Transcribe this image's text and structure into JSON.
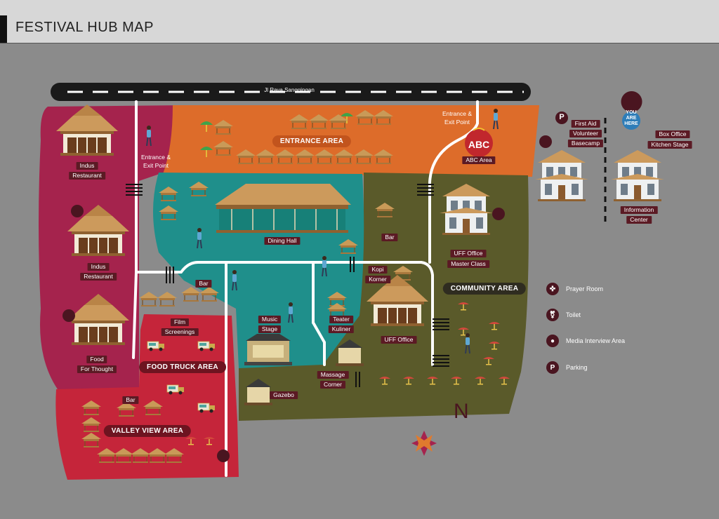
{
  "header": {
    "title": "FESTIVAL HUB MAP"
  },
  "road": {
    "name": "Jl Raya Sanggingan"
  },
  "areas": {
    "entrance": "ENTRANCE AREA",
    "community": "COMMUNITY AREA",
    "food_truck": "FOOD TRUCK AREA",
    "valley_view": "VALLEY VIEW AREA"
  },
  "labels": {
    "indus1_a": "Indus",
    "indus1_b": "Restaurant",
    "indus2_a": "Indus",
    "indus2_b": "Restaurant",
    "food_a": "Food",
    "food_b": "For Thought",
    "entrance_left_a": "Entrance &",
    "entrance_left_b": "Exit Point",
    "entrance_right_a": "Entrance &",
    "entrance_right_b": "Exit Point",
    "abc_logo": "ABC",
    "abc_area": "ABC Area",
    "dining_hall": "Dining Hall",
    "bar_top": "Bar",
    "bar_mid": "Bar",
    "bar_valley": "Bar",
    "film_a": "Film",
    "film_b": "Screenings",
    "music_a": "Music",
    "music_b": "Stage",
    "teater_a": "Teater",
    "teater_b": "Kuliner",
    "kopi_a": "Kopi",
    "kopi_b": "Korner",
    "uff_office_a": "UFF Office",
    "uff_office_b": "Master Class",
    "uff_office_2": "UFF Office",
    "massage_a": "Massage",
    "massage_b": "Corner",
    "gazebo": "Gazebo",
    "first_aid": "First Aid",
    "volunteer": "Volunteer",
    "basecamp": "Basecamp",
    "box_office": "Box Office",
    "kitchen_stage": "Kitchen Stage",
    "information": "Information",
    "center": "Center",
    "you_are_here_1": "YOU",
    "you_are_here_2": "ARE",
    "you_are_here_3": "HERE",
    "parking_symbol": "P"
  },
  "legend": {
    "items": [
      {
        "icon": "prayer-room-icon",
        "label": "Prayer Room"
      },
      {
        "icon": "toilet-icon",
        "label": "Toilet"
      },
      {
        "icon": "media-interview-icon",
        "label": "Media Interview Area"
      },
      {
        "icon": "parking-icon",
        "label": "Parking",
        "symbol": "P"
      }
    ]
  },
  "compass": {
    "label": "N"
  },
  "colors": {
    "background": "#8b8b8b",
    "magenta": "#a5234d",
    "red": "#c5253a",
    "orange": "#dd6c2a",
    "teal": "#1f8f8b",
    "olive": "#5a5a2a",
    "label": "#5b1a24",
    "road": "#1a1a1a"
  }
}
